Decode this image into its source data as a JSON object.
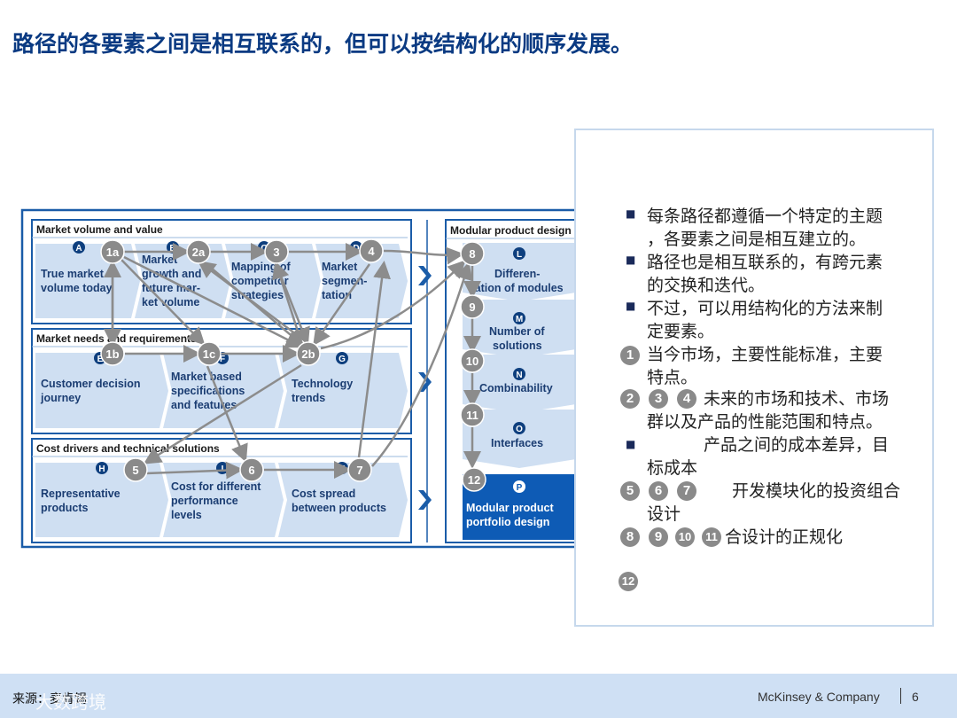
{
  "title": "路径的各要素之间是相互联系的，但可以按结构化的顺序发展。",
  "sections": {
    "s1": "Market volume and value",
    "s2": "Market needs and requirements",
    "s3": "Cost drivers and technical solutions",
    "right": "Modular product design"
  },
  "boxes": {
    "A1": "True market",
    "A2": "volume today",
    "B1": "Market",
    "B2": "growth and",
    "B3": "future mar-",
    "B4": "ket volume",
    "C1": "Mapping of",
    "C2": "competitor",
    "C3": "strategies",
    "D1": "Market",
    "D2": "segmen-",
    "D3": "tation",
    "E1": "Customer decision",
    "E2": "journey",
    "F1": "Market based",
    "F2": "specifications",
    "F3": "and features",
    "G1": "Technology",
    "G2": "trends",
    "H1": "Representative",
    "H2": "products",
    "I1": "Cost for different",
    "I2": "performance",
    "I3": "levels",
    "K1": "Cost spread",
    "K2": "between products",
    "L1": "Differen-",
    "L2": "tiation of modules",
    "M1": "Number of",
    "M2": "solutions",
    "N1": "Combinability",
    "O1": "Interfaces",
    "P1": "Modular product",
    "P2": "portfolio design"
  },
  "letters": {
    "A": "A",
    "B": "B",
    "C": "C",
    "D": "D",
    "E": "E",
    "F": "F",
    "G": "G",
    "H": "H",
    "I": "I",
    "K": "K",
    "L": "L",
    "M": "M",
    "N": "N",
    "O": "O",
    "P": "P"
  },
  "nodes": {
    "n1a": "1a",
    "n2a": "2a",
    "n3": "3",
    "n4": "4",
    "n1b": "1b",
    "n1c": "1c",
    "n2b": "2b",
    "n5": "5",
    "n6": "6",
    "n7": "7",
    "n8": "8",
    "n9": "9",
    "n10": "10",
    "n11": "11",
    "n12": "12"
  },
  "notes": {
    "b1a": "每条路径都遵循一个特定的主题",
    "b1b": "，各要素之间是相互建立的。",
    "b2a": "路径也是相互联系的，有跨元素",
    "b2b": "的交换和迭代。",
    "b3a": "不过，可以用结构化的方法来制",
    "b3b": "定要素。",
    "l1a": "当今市场，主要性能标准，主要",
    "l1b": "特点。",
    "l2a": "未来的市场和技术、市场",
    "l2b": "群以及产品的性能范围和特点。",
    "l3a": "产品之间的成本差异，目",
    "l3b": "标成本",
    "l4a": "开发模块化的投资组合",
    "l4b": "设计",
    "l5a": "合设计的正规化",
    "c1": "1",
    "c2": "2",
    "c3": "3",
    "c4": "4",
    "c5": "5",
    "c6": "6",
    "c7": "7",
    "c8": "8",
    "c9": "9",
    "c10": "10",
    "c11": "11",
    "c12": "12"
  },
  "footer": {
    "source": "来源：麦肯锡",
    "watermark": "大数跨境",
    "brand": "McKinsey & Company",
    "page": "6"
  }
}
